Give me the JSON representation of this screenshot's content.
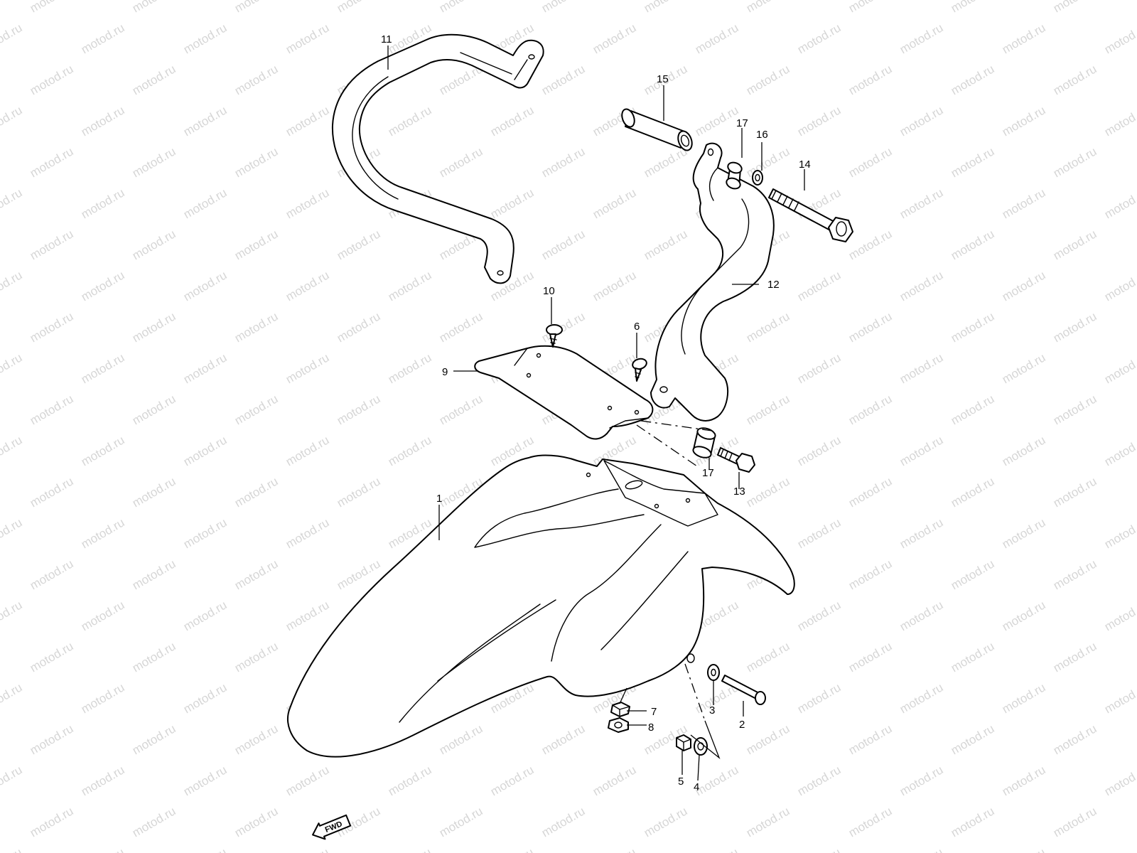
{
  "watermark": "motod.ru",
  "forward_marker": "FWD",
  "callouts": {
    "p1": "1",
    "p2": "2",
    "p3": "3",
    "p4": "4",
    "p5": "5",
    "p6": "6",
    "p7": "7",
    "p8": "8",
    "p9": "9",
    "p10": "10",
    "p11": "11",
    "p12": "12",
    "p13": "13",
    "p14": "14",
    "p15": "15",
    "p16": "16",
    "p17a": "17",
    "p17b": "17"
  }
}
